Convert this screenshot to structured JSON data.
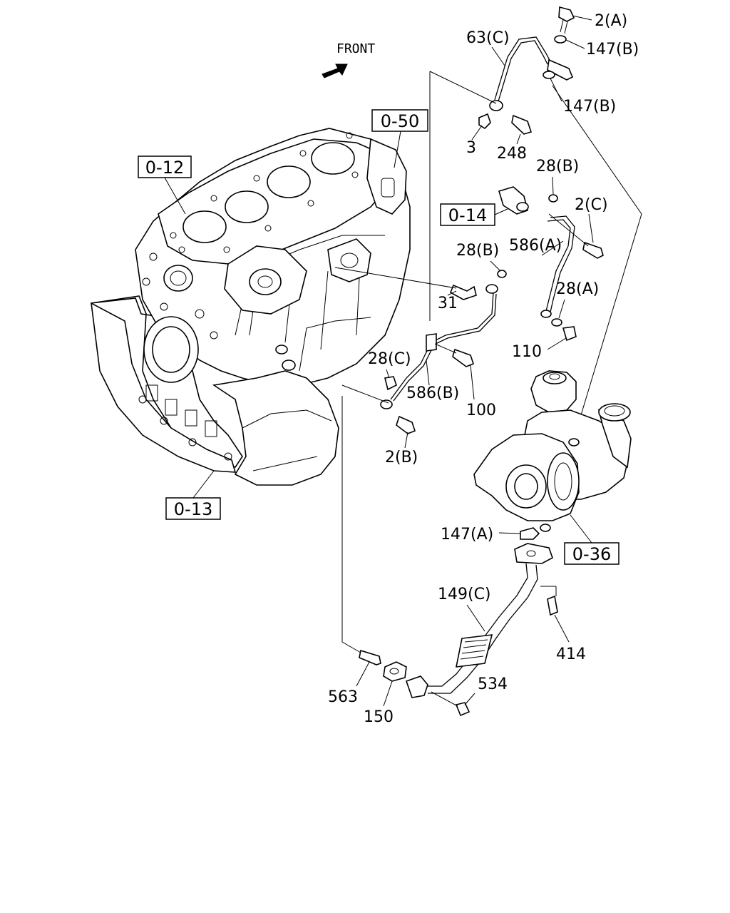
{
  "orientation": {
    "label": "FRONT",
    "arrow_icon": "front-arrow-icon"
  },
  "reference_boxes": {
    "ref_050": "0-50",
    "ref_012": "0-12",
    "ref_014": "0-14",
    "ref_013": "0-13",
    "ref_036": "0-36"
  },
  "callouts": {
    "c_2a": "2(A)",
    "c_147b_top": "147(B)",
    "c_63c": "63(C)",
    "c_147b_lower": "147(B)",
    "c_3": "3",
    "c_248": "248",
    "c_28b_top": "28(B)",
    "c_2c": "2(C)",
    "c_28b_mid": "28(B)",
    "c_586a": "586(A)",
    "c_28a": "28(A)",
    "c_31": "31",
    "c_110": "110",
    "c_28c": "28(C)",
    "c_586b": "586(B)",
    "c_100": "100",
    "c_2b": "2(B)",
    "c_147a": "147(A)",
    "c_149c": "149(C)",
    "c_414": "414",
    "c_563": "563",
    "c_534": "534",
    "c_150": "150"
  }
}
